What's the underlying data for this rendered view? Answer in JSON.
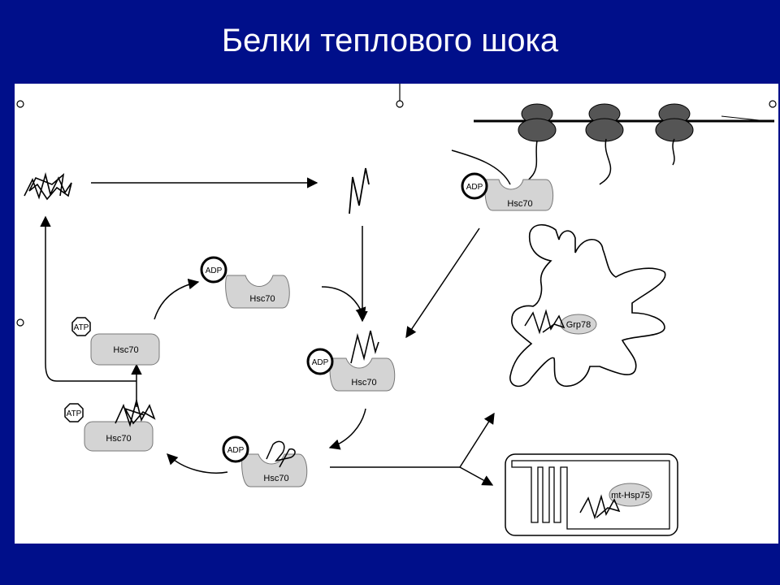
{
  "slide": {
    "title": "Белки теплового шока",
    "background_color": "#000f8a"
  },
  "diagram": {
    "labels": {
      "adp": "ADP",
      "atp": "ATP",
      "hsc70": "Hsc70",
      "grp78": "Grp78",
      "mt_hsp75": "mt-Hsp75"
    },
    "colors": {
      "protein_fill": "#d4d4d4",
      "ribosome_fill": "#555555",
      "line": "#000000"
    }
  }
}
